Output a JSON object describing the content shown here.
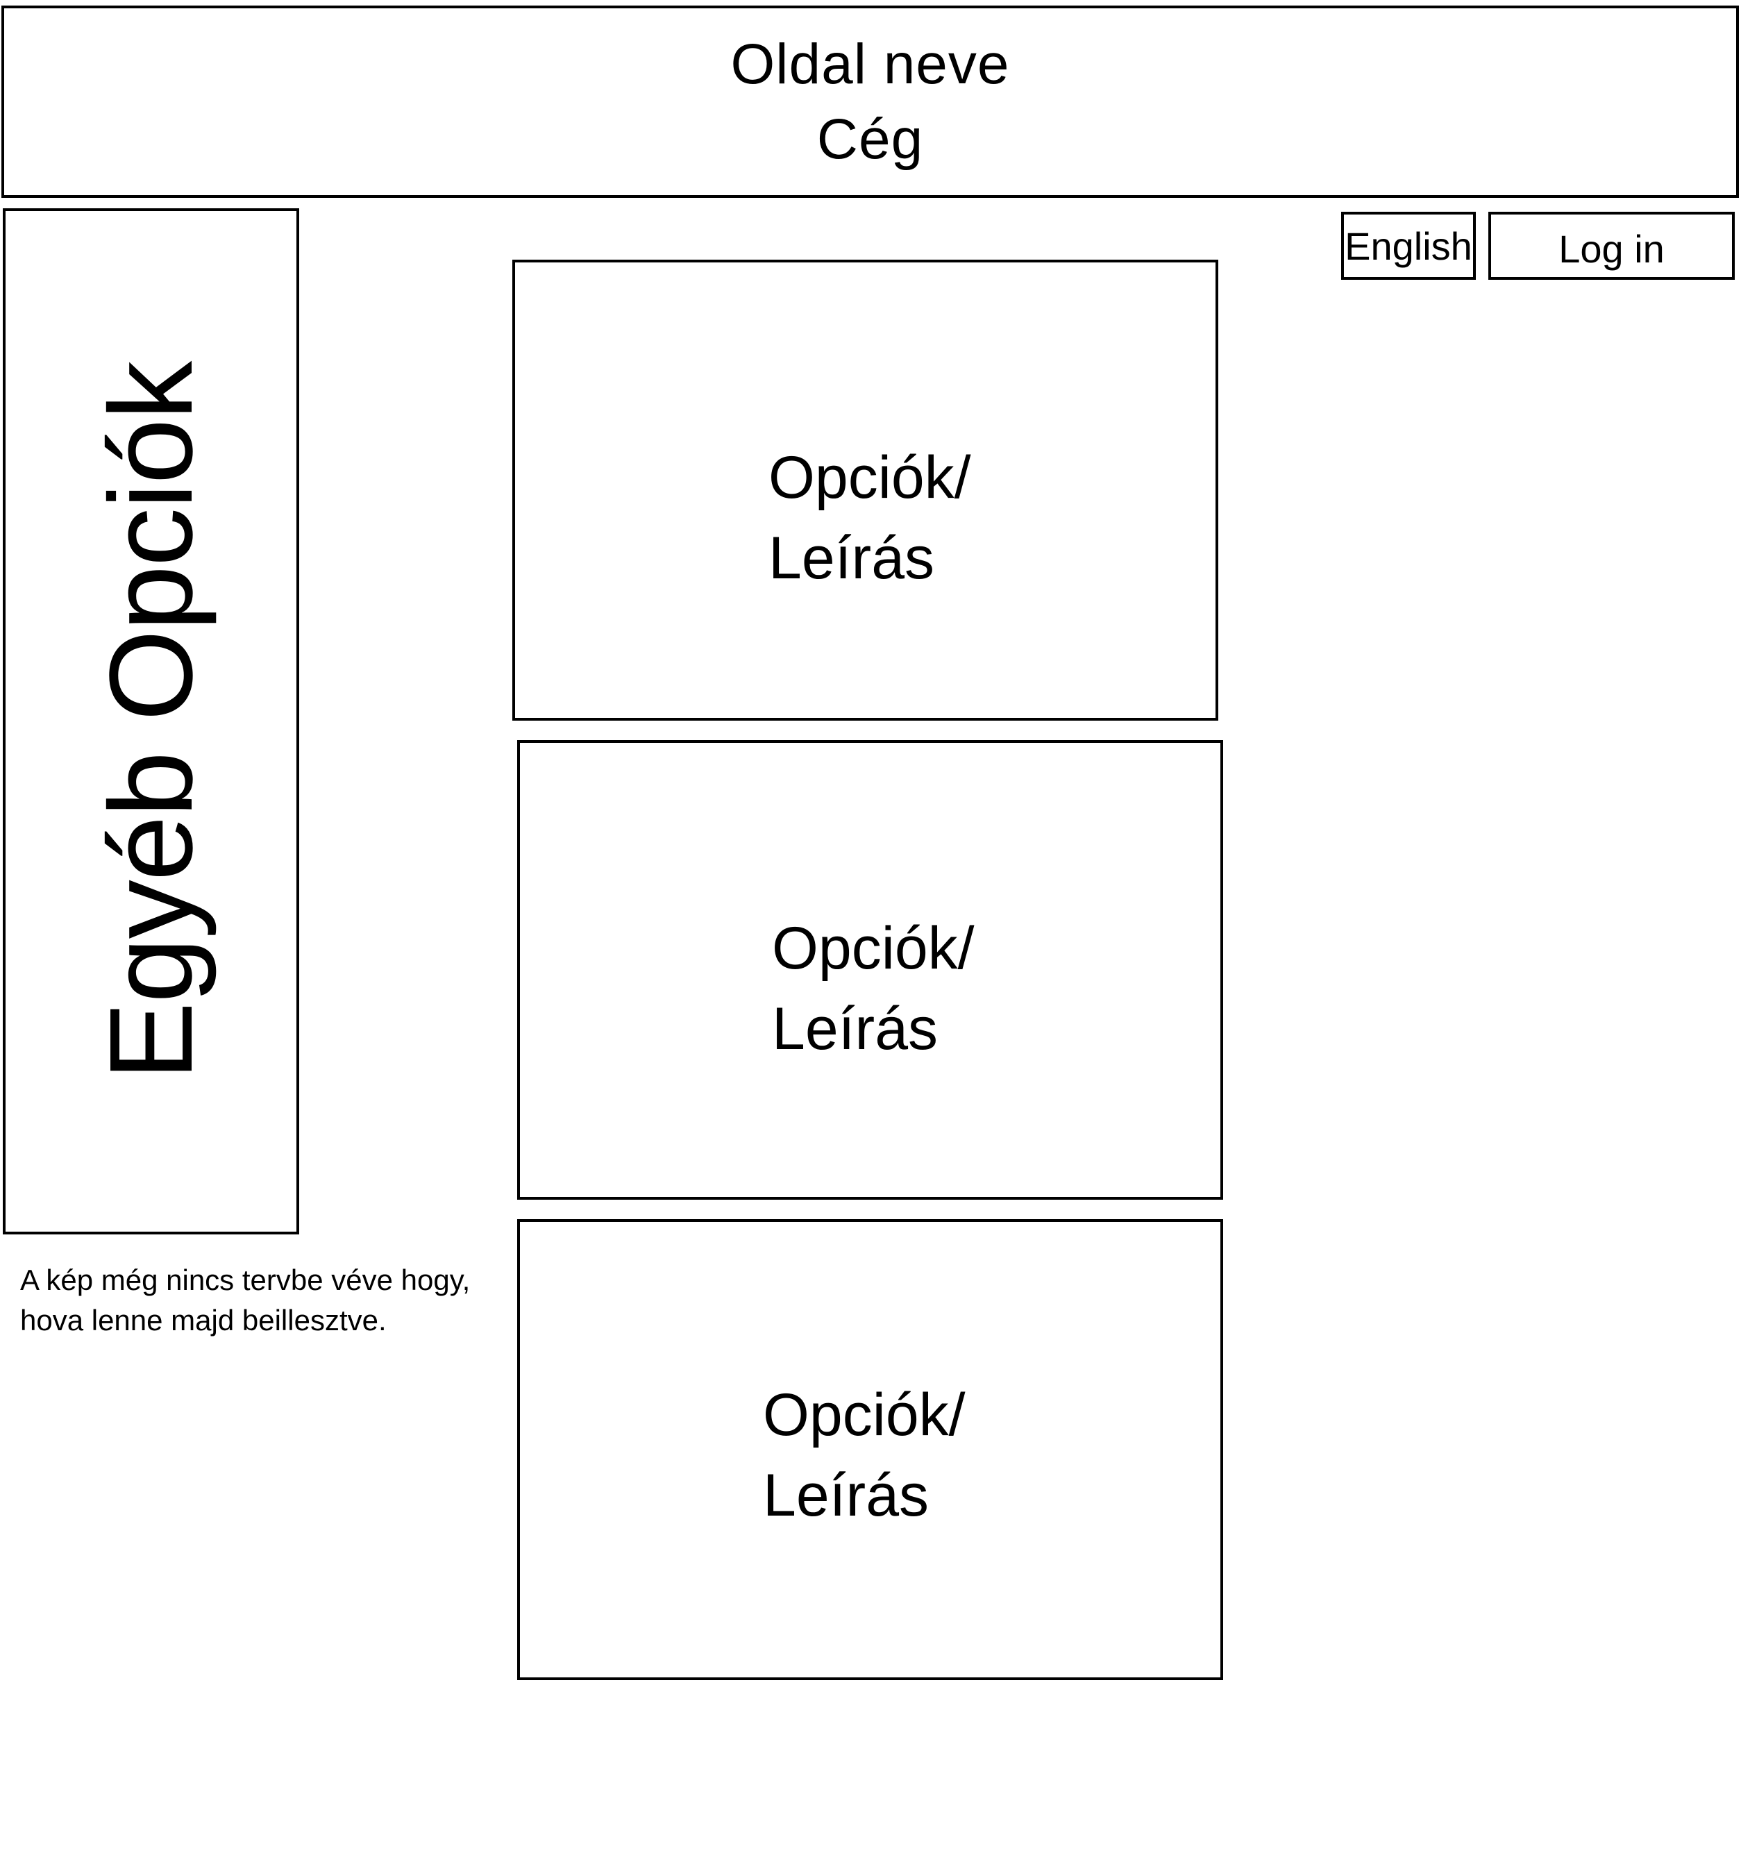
{
  "header": {
    "site_name": "Oldal neve",
    "company": "Cég"
  },
  "topbar": {
    "language_label": "English",
    "login_label": "Log in"
  },
  "sidebar": {
    "label": "Egyéb Opciók"
  },
  "cards": [
    {
      "line1": "Opciók/",
      "line2": "Leírás"
    },
    {
      "line1": "Opciók/",
      "line2": "Leírás"
    },
    {
      "line1": "Opciók/",
      "line2": "Leírás"
    }
  ],
  "note": {
    "line1": "A kép még nincs tervbe véve hogy,",
    "line2": "hova lenne majd beillesztve."
  }
}
